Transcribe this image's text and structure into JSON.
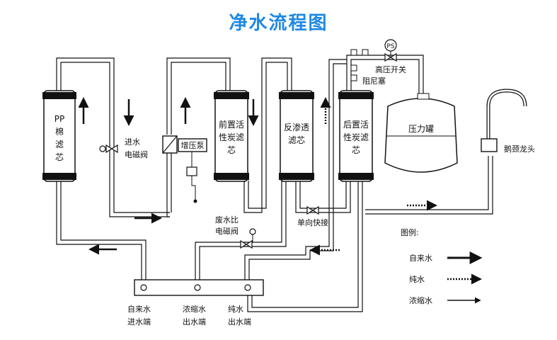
{
  "title": "净水流程图",
  "filters": {
    "pp": [
      "PP",
      "棉",
      "滤",
      "芯"
    ],
    "pre_carbon": [
      "前置活",
      "性炭滤",
      "芯"
    ],
    "ro": [
      "反渗透",
      "滤芯"
    ],
    "post_carbon": [
      "后置活",
      "性炭滤",
      "芯"
    ]
  },
  "labels": {
    "inlet_valve": [
      "进水",
      "电磁阀"
    ],
    "pump": "增压泵",
    "waste_valve": [
      "废水比",
      "电磁阀"
    ],
    "check_valve": "单向快接",
    "pressure_switch_badge": "PS",
    "pressure_switch": "高压开关",
    "damper": "阻尼塞",
    "tank": "压力罐",
    "faucet": "鹅颈龙头",
    "tap_inlet": [
      "自来水",
      "进水端"
    ],
    "waste_outlet": [
      "浓缩水",
      "出水端"
    ],
    "pure_outlet": [
      "纯水",
      "出水端"
    ]
  },
  "legend": {
    "title": "图例:",
    "items": [
      "自来水",
      "纯水",
      "浓缩水"
    ]
  },
  "colors": {
    "title": "#1e88e5",
    "line": "#111111",
    "filter_body": "#ffffff",
    "filter_band": "#111111"
  }
}
